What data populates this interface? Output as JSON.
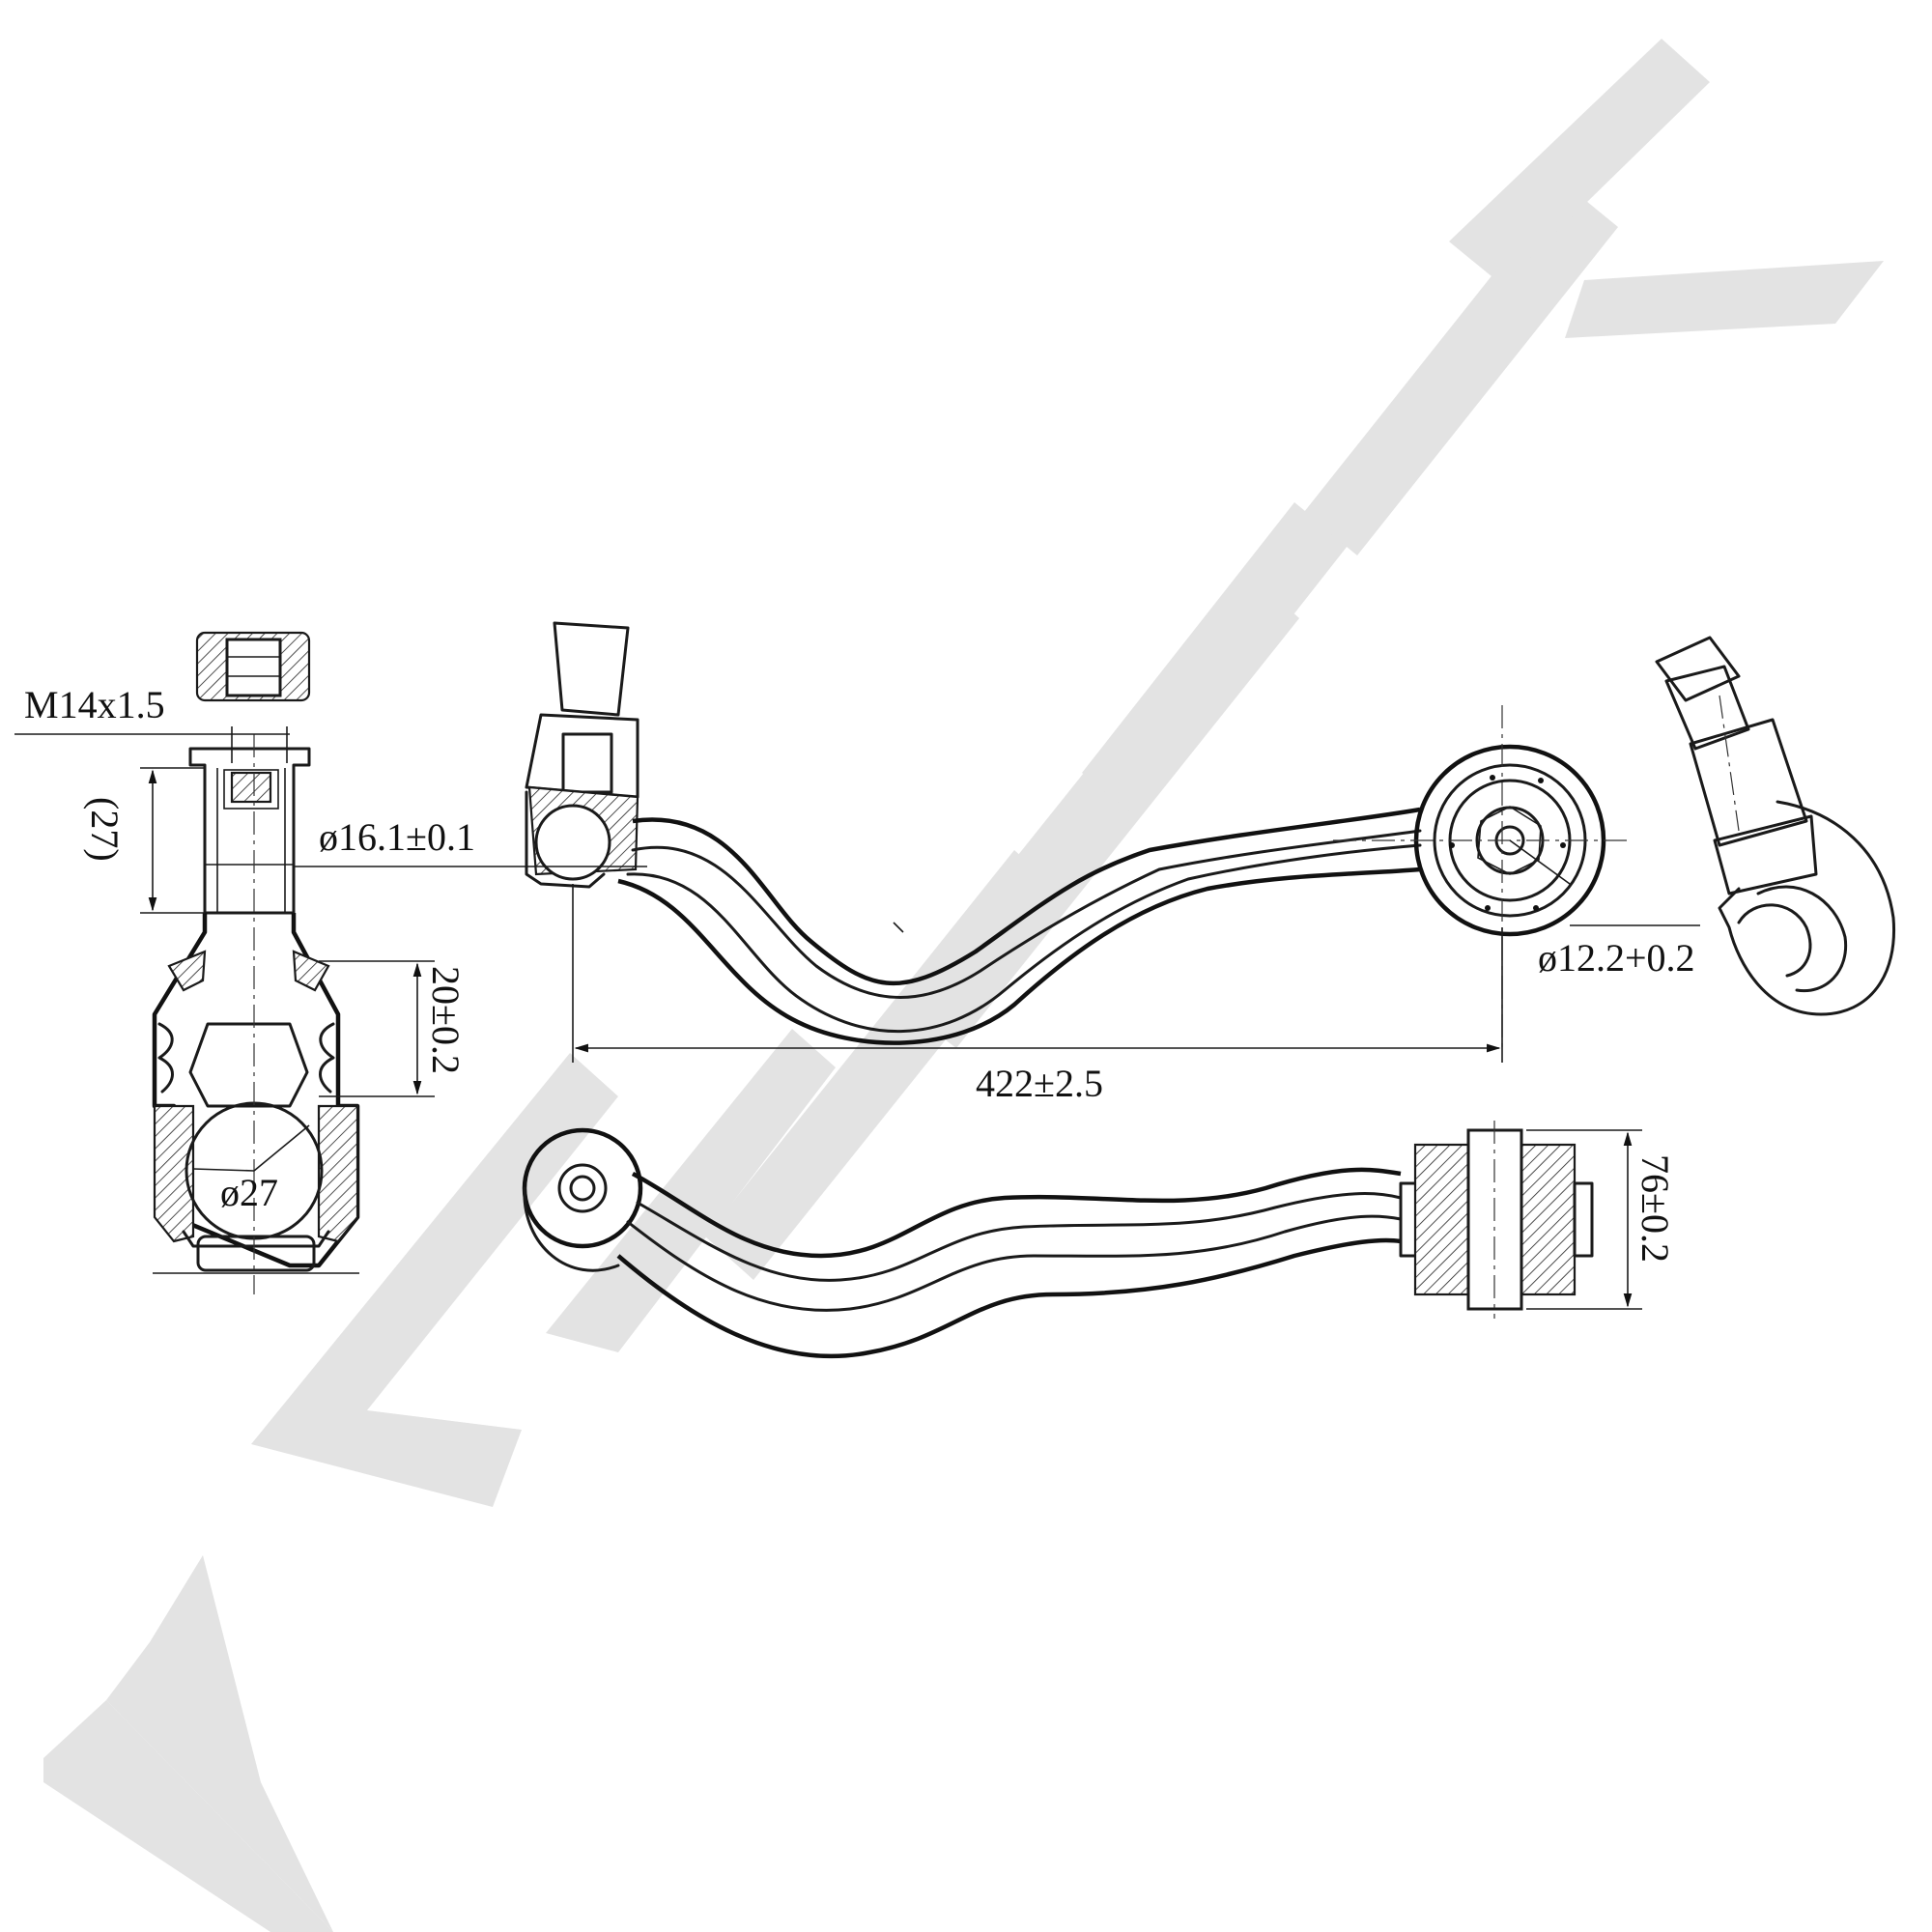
{
  "watermark": {
    "text": "ZENNEK"
  },
  "dimensions": {
    "thread": "M14x1.5",
    "stud_length": "(27)",
    "cone_height": "20±0.2",
    "ball_diameter": "ø27",
    "stud_diameter": "ø16.1±0.1",
    "bushing_bore": "ø12.2+0.2",
    "overall_length": "422±2.5",
    "bushing_width": "76±0.2"
  }
}
